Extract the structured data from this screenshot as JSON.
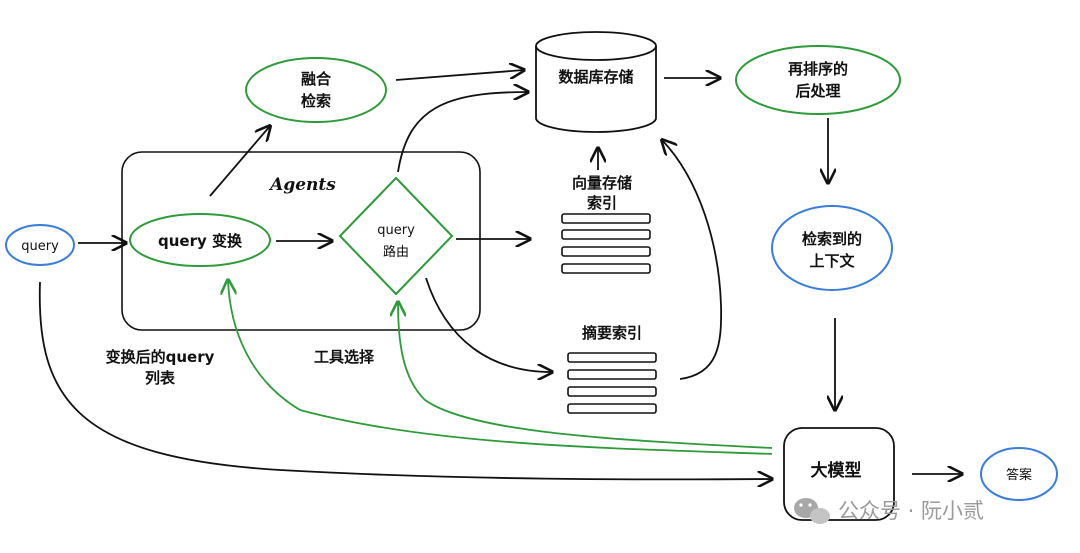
{
  "colors": {
    "ink": "#111111",
    "green": "#2f9a3a",
    "blue": "#3b7dd8",
    "watermark": "#9a9a9a"
  },
  "nodes": {
    "query": "query",
    "query_transform": "query 变换",
    "query_route": [
      "query",
      "路由"
    ],
    "fusion_retrieval": [
      "融合",
      "检索"
    ],
    "database": "数据库存储",
    "vector_index": [
      "向量存储",
      "索引"
    ],
    "summary_index": "摘要索引",
    "rerank": [
      "再排序的",
      "后处理"
    ],
    "retrieved_context": [
      "检索到的",
      "上下文"
    ],
    "llm": "大模型",
    "answer": "答案"
  },
  "group": {
    "agents": "Agents"
  },
  "annotations": {
    "transformed_list": [
      "变换后的query",
      "列表"
    ],
    "tool_selection": "工具选择"
  },
  "watermark": {
    "icon": "wechat-icon",
    "text": "公众号 · 阮小贰"
  }
}
